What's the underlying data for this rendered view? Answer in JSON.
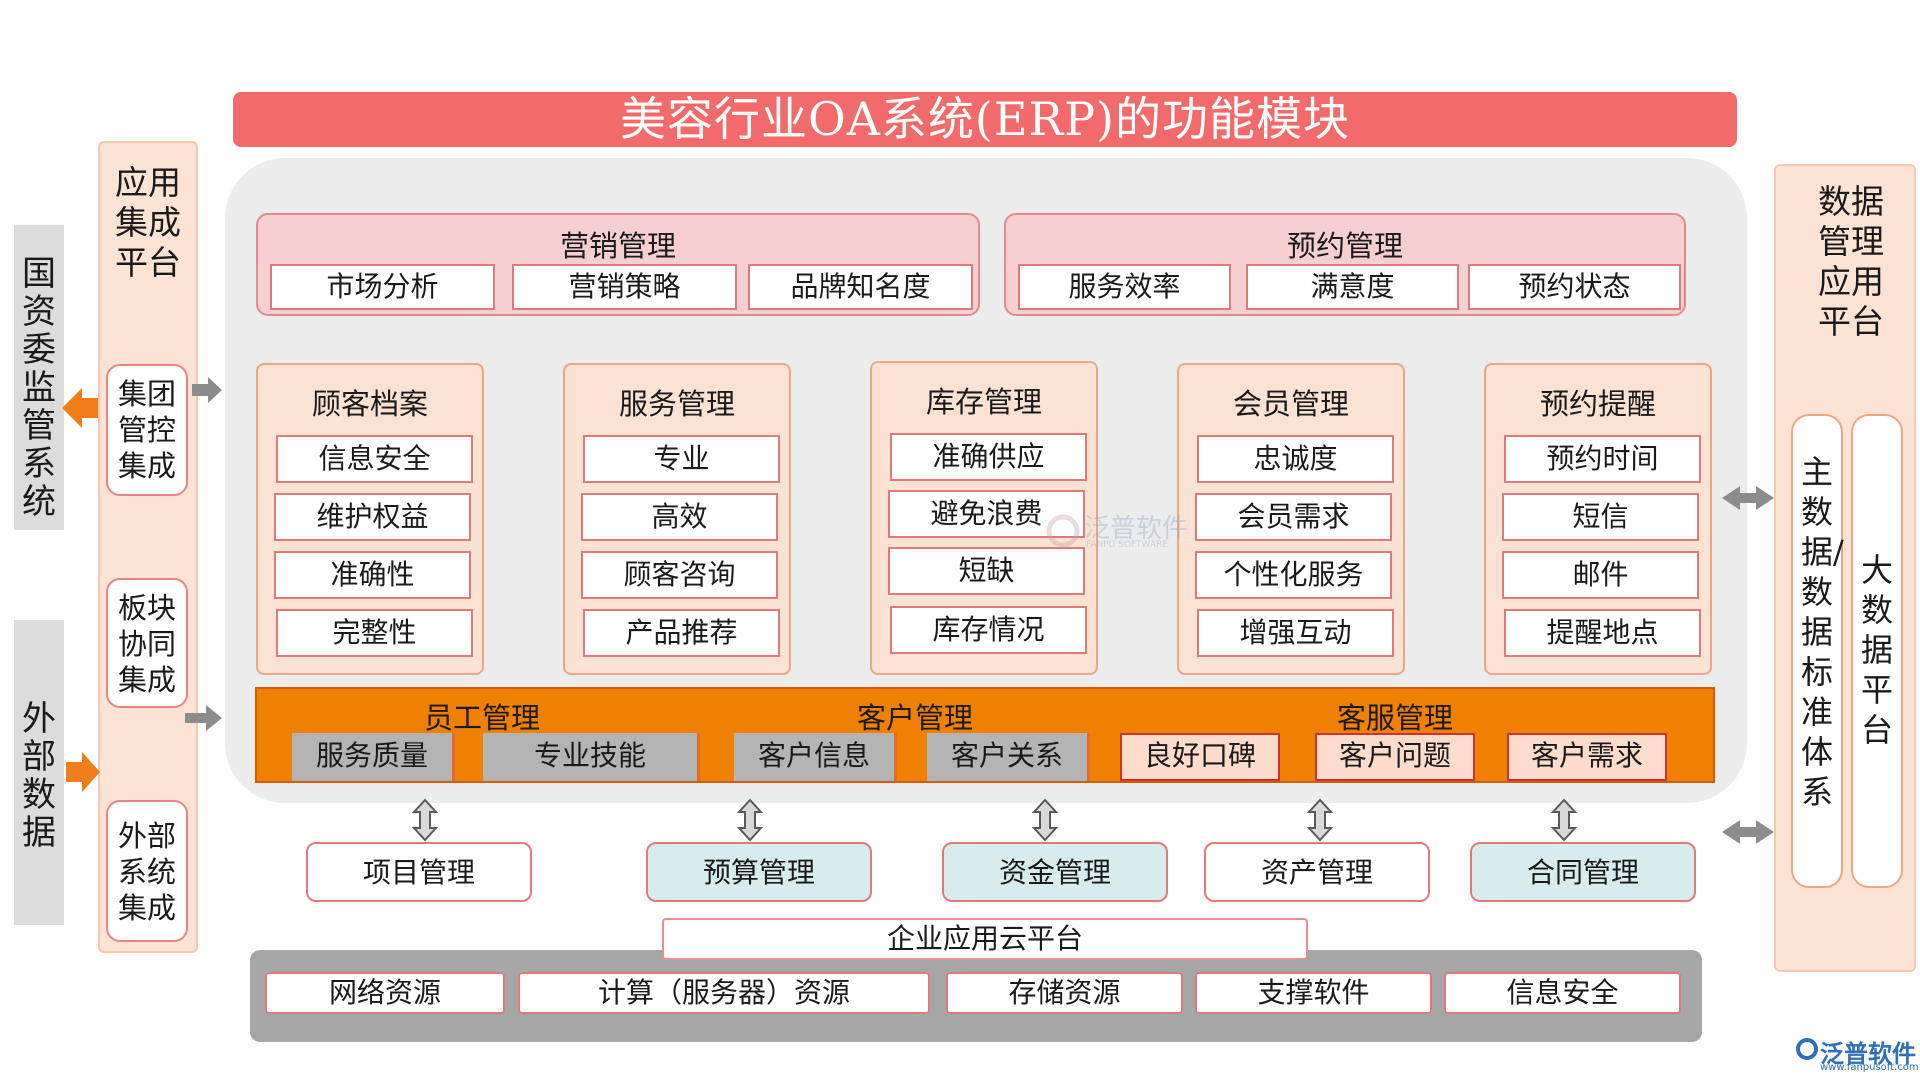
{
  "title": "美容行业OA系统(ERP)的功能模块",
  "left_strip_top": "国资委监管系统",
  "left_strip_bottom": "外部数据",
  "app_platform": {
    "title": "应用集成平台",
    "items": [
      "集团管控集成",
      "板块协同集成",
      "外部系统集成"
    ]
  },
  "data_platform": {
    "title": "数据管理应用平台",
    "items": [
      "主数据/数据标准体系",
      "大数据平台"
    ]
  },
  "top_groups": [
    {
      "title": "营销管理",
      "items": [
        "市场分析",
        "营销策略",
        "品牌知名度"
      ]
    },
    {
      "title": "预约管理",
      "items": [
        "服务效率",
        "满意度",
        "预约状态"
      ]
    }
  ],
  "columns": [
    {
      "title": "顾客档案",
      "items": [
        "信息安全",
        "维护权益",
        "准确性",
        "完整性"
      ]
    },
    {
      "title": "服务管理",
      "items": [
        "专业",
        "高效",
        "顾客咨询",
        "产品推荐"
      ]
    },
    {
      "title": "库存管理",
      "items": [
        "准确供应",
        "避免浪费",
        "短缺",
        "库存情况"
      ]
    },
    {
      "title": "会员管理",
      "items": [
        "忠诚度",
        "会员需求",
        "个性化服务",
        "增强互动"
      ]
    },
    {
      "title": "预约提醒",
      "items": [
        "预约时间",
        "短信",
        "邮件",
        "提醒地点"
      ]
    }
  ],
  "band": {
    "titles": [
      "员工管理",
      "客户管理",
      "客服管理"
    ],
    "items": [
      "服务质量",
      "专业技能",
      "客户信息",
      "客户关系",
      "良好口碑",
      "客户问题",
      "客户需求"
    ]
  },
  "modules": [
    "项目管理",
    "预算管理",
    "资金管理",
    "资产管理",
    "合同管理"
  ],
  "cloud_platform": "企业应用云平台",
  "resources": [
    "网络资源",
    "计算（服务器）资源",
    "存储资源",
    "支撑软件",
    "信息安全"
  ],
  "watermark": {
    "name": "泛普软件",
    "sub": "FANPU SOFTWARE"
  },
  "logo": {
    "name": "泛普软件",
    "url": "www.fanpusoft.com"
  },
  "colors": {
    "title_bg": "#f26a6a",
    "band": "#f08000",
    "panel": "#ececec",
    "teal": "#d7ecec"
  }
}
